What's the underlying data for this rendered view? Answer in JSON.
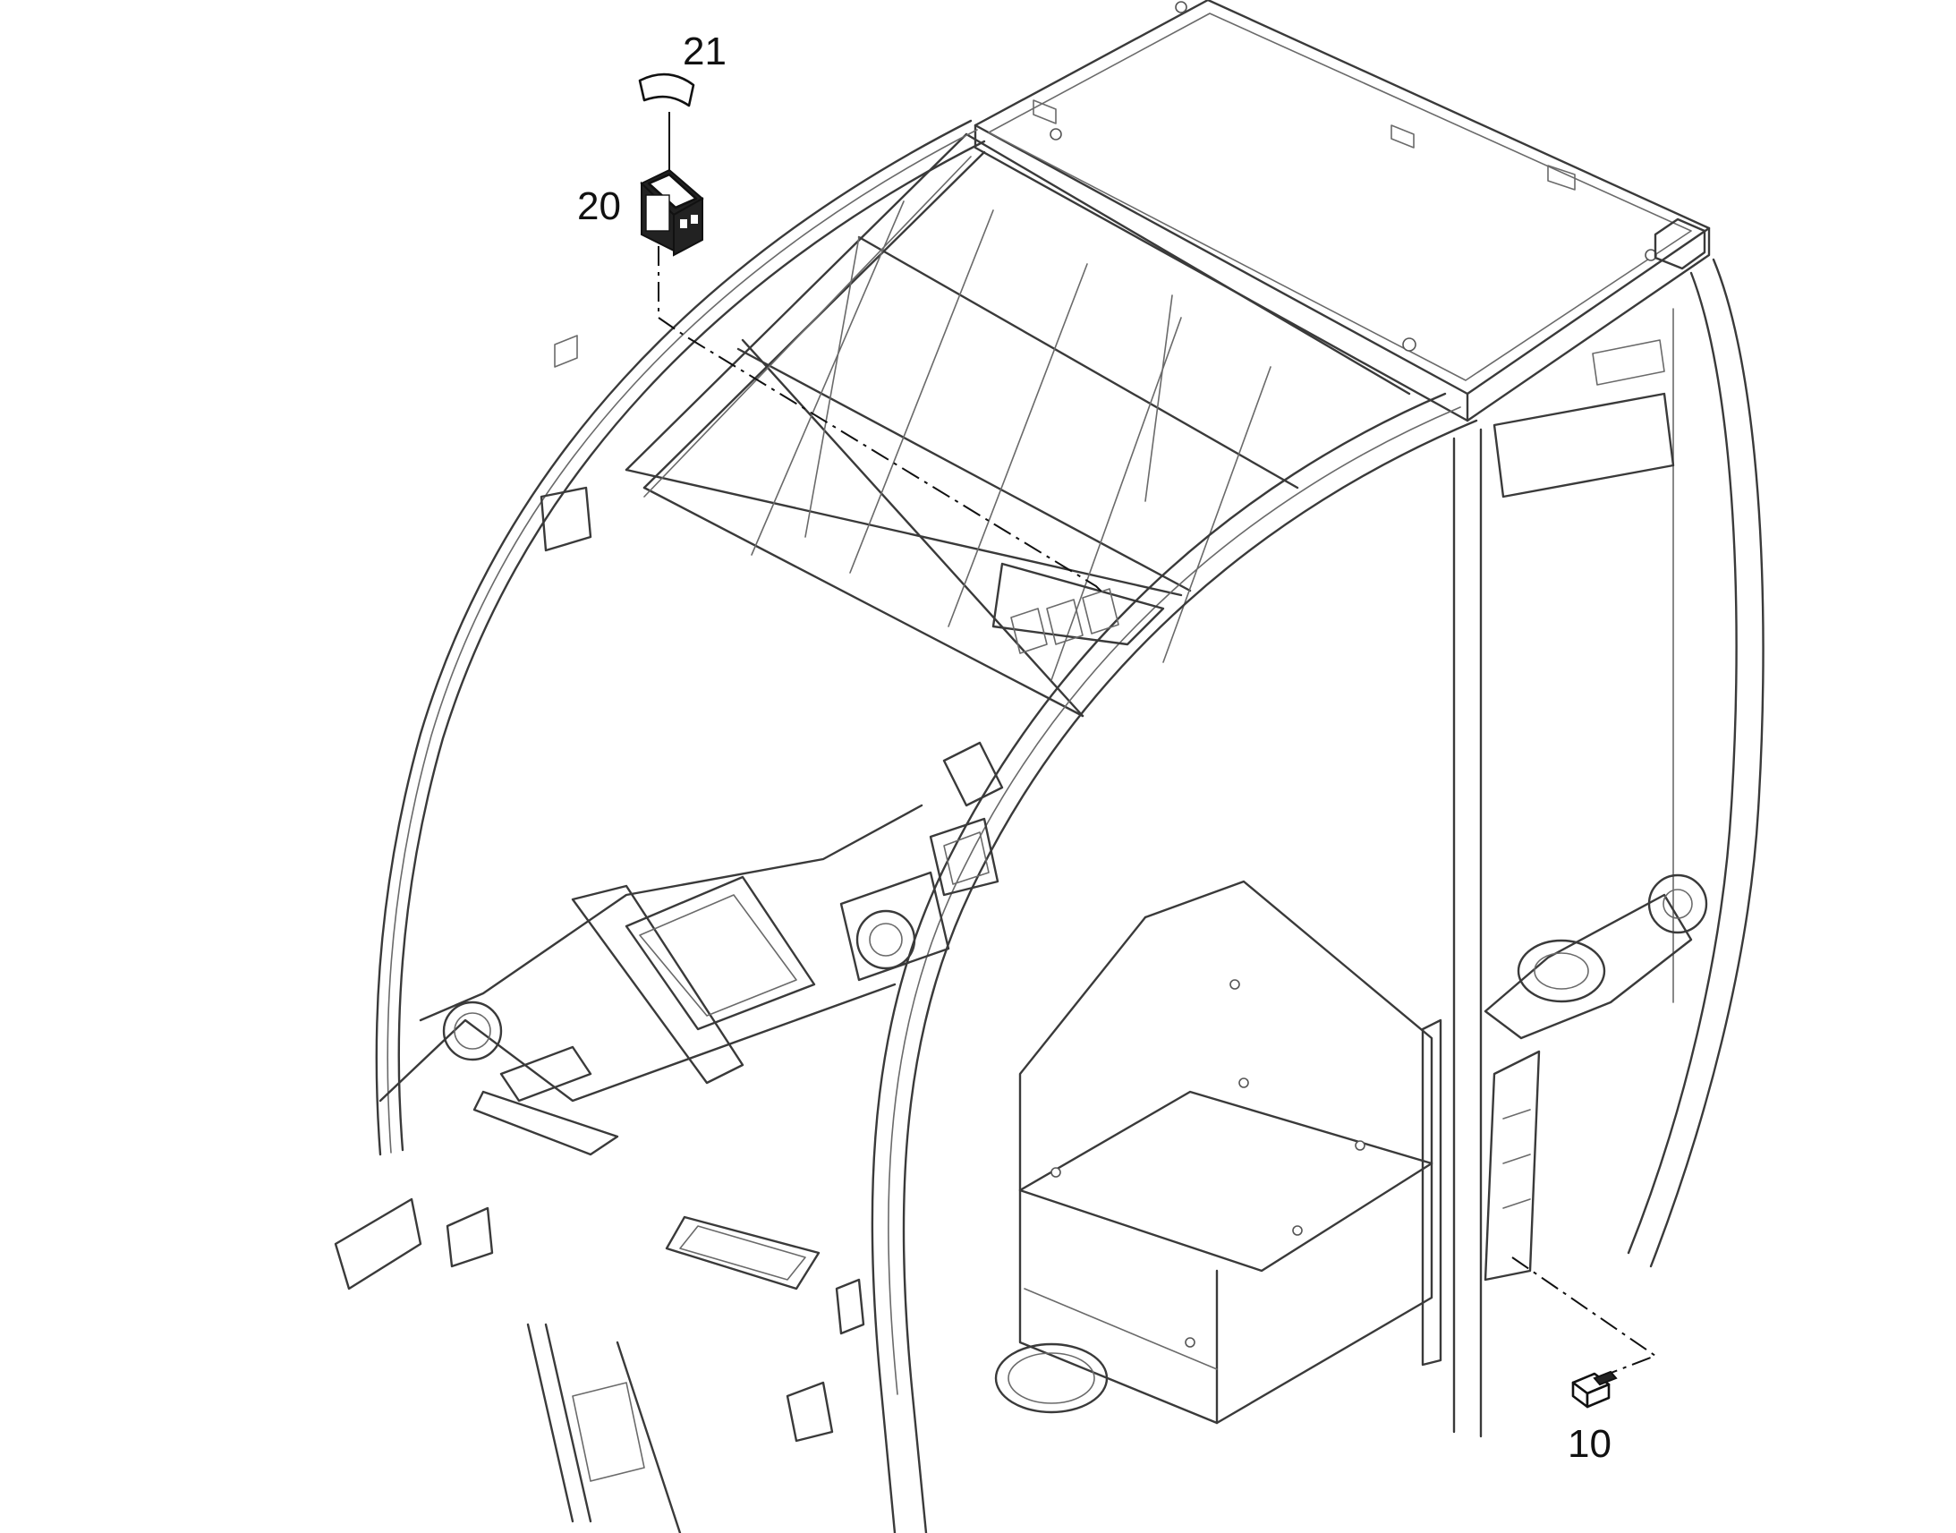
{
  "callouts": {
    "part_21": "21",
    "part_20": "20",
    "part_10": "10"
  },
  "colors": {
    "line": "#3a3a3a",
    "part": "#111111",
    "background": "#ffffff"
  }
}
